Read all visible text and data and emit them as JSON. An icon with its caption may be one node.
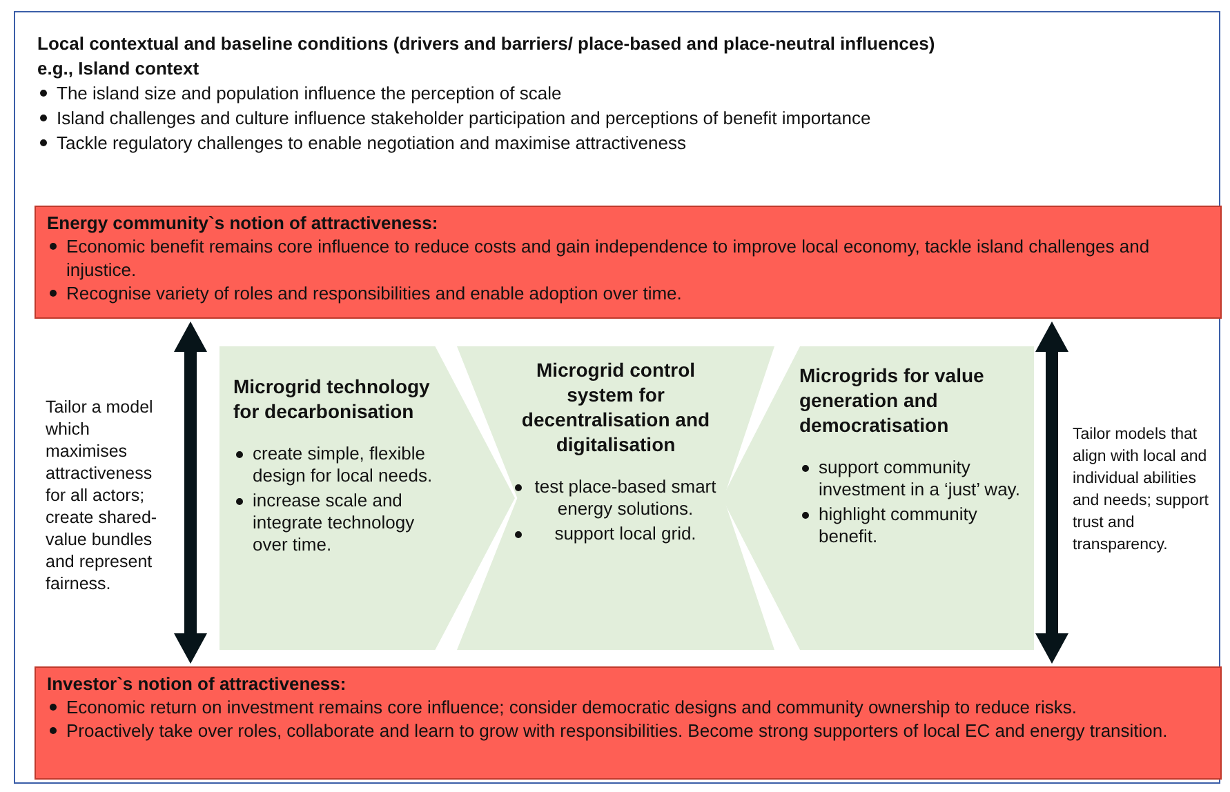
{
  "diagram": {
    "nodes": [
      {
        "text": [
          "Local contextual and baseline conditions (drivers and barriers/ place-based and place-neutral influences)",
          "e.g., Island context",
          "The island size and population influence the perception of scale",
          "Island challenges and culture influence stakeholder participation and perceptions of benefit importance",
          "Tackle regulatory challenges to enable negotiation and maximise attractiveness"
        ]
      },
      {
        "text": [
          "Energy community`s notion of attractiveness:",
          "Economic benefit remains core influence to reduce costs and gain independence to improve local economy, tackle island challenges and injustice.",
          "Recognise variety of roles and responsibilities and enable adoption over time."
        ],
        "in": 0
      },
      {
        "text": [
          "Microgrid technology for decarbonisation",
          "create simple, flexible design for local needs.",
          "increase scale and integrate technology over time."
        ],
        "in": 0
      },
      {
        "text": [
          "Microgrid control system for decentralisation and digitalisation",
          "test place-based smart energy solutions.",
          "support local grid."
        ],
        "in": 0
      },
      {
        "text": [
          "Microgrids for value generation and democratisation",
          "support community investment in a ‘just’ way.",
          "highlight community benefit."
        ],
        "in": 0
      },
      {
        "text": [
          "Investor`s notion of attractiveness:",
          "Economic return on investment remains core influence; consider democratic designs and community ownership to reduce risks.",
          "Proactively take over roles, collaborate and learn to grow with responsibilities. Become strong supporters of local EC and energy transition."
        ],
        "in": 0
      }
    ],
    "edges": [
      {
        "from": 1,
        "to": 5,
        "arrow": "both"
      },
      {
        "from": 1,
        "to": 5,
        "arrow": "both"
      }
    ],
    "labels": [
      "Tailor a model which maximises attractiveness for all actors; create shared-value bundles and represent fairness.",
      "Tailor models that align with local and individual abilities and needs; support trust and transparency."
    ]
  }
}
